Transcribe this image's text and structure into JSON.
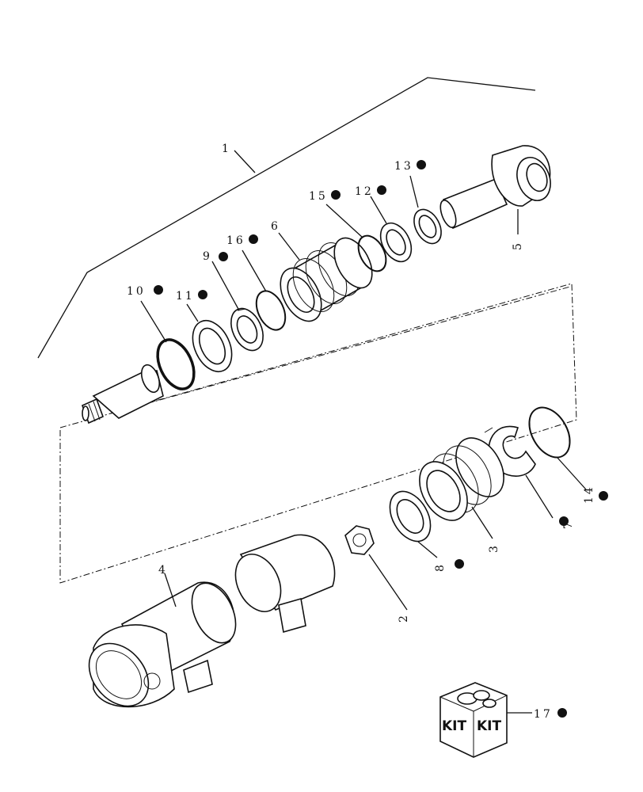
{
  "diagram": {
    "callouts": [
      {
        "id": "c1",
        "label": "1",
        "dot": false
      },
      {
        "id": "c2",
        "label": "2",
        "dot": false
      },
      {
        "id": "c3",
        "label": "3",
        "dot": false
      },
      {
        "id": "c4",
        "label": "4",
        "dot": false
      },
      {
        "id": "c5",
        "label": "5",
        "dot": false
      },
      {
        "id": "c6",
        "label": "6",
        "dot": false
      },
      {
        "id": "c7",
        "label": "7",
        "dot": true
      },
      {
        "id": "c8",
        "label": "8",
        "dot": true
      },
      {
        "id": "c9",
        "label": "9",
        "dot": true
      },
      {
        "id": "c10",
        "label": "10",
        "dot": true
      },
      {
        "id": "c11",
        "label": "11",
        "dot": true
      },
      {
        "id": "c12",
        "label": "12",
        "dot": true
      },
      {
        "id": "c13",
        "label": "13",
        "dot": true
      },
      {
        "id": "c14",
        "label": "14",
        "dot": true
      },
      {
        "id": "c15",
        "label": "15",
        "dot": true
      },
      {
        "id": "c16",
        "label": "16",
        "dot": true
      },
      {
        "id": "c17",
        "label": "17",
        "dot": true
      }
    ],
    "kit_box": {
      "left_label": "KIT",
      "right_label": "KIT"
    }
  }
}
